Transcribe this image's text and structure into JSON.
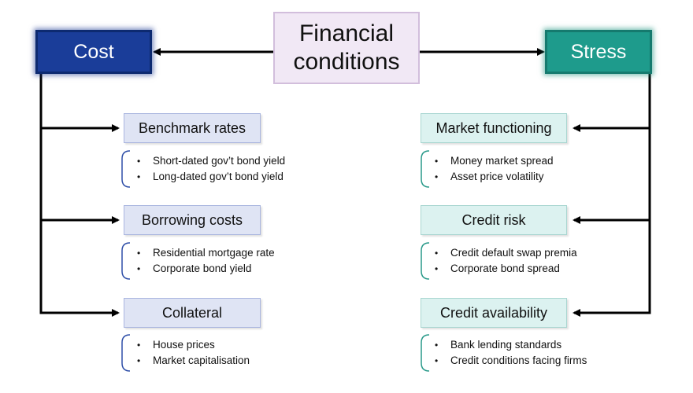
{
  "central": {
    "line1": "Financial",
    "line2": "conditions"
  },
  "cost": {
    "label": "Cost",
    "color": "#1a3d99",
    "items": [
      {
        "label": "Benchmark rates",
        "bullets": [
          "Short-dated gov’t bond yield",
          "Long-dated gov’t bond yield"
        ]
      },
      {
        "label": "Borrowing costs",
        "bullets": [
          "Residential mortgage rate",
          "Corporate bond yield"
        ]
      },
      {
        "label": "Collateral",
        "bullets": [
          "House prices",
          "Market capitalisation"
        ]
      }
    ]
  },
  "stress": {
    "label": "Stress",
    "color": "#1e9b8c",
    "items": [
      {
        "label": "Market functioning",
        "bullets": [
          "Money market spread",
          "Asset price volatility"
        ]
      },
      {
        "label": "Credit risk",
        "bullets": [
          "Credit default swap premia",
          "Corporate bond spread"
        ]
      },
      {
        "label": "Credit availability",
        "bullets": [
          "Bank lending standards",
          "Credit conditions facing firms"
        ]
      }
    ]
  }
}
